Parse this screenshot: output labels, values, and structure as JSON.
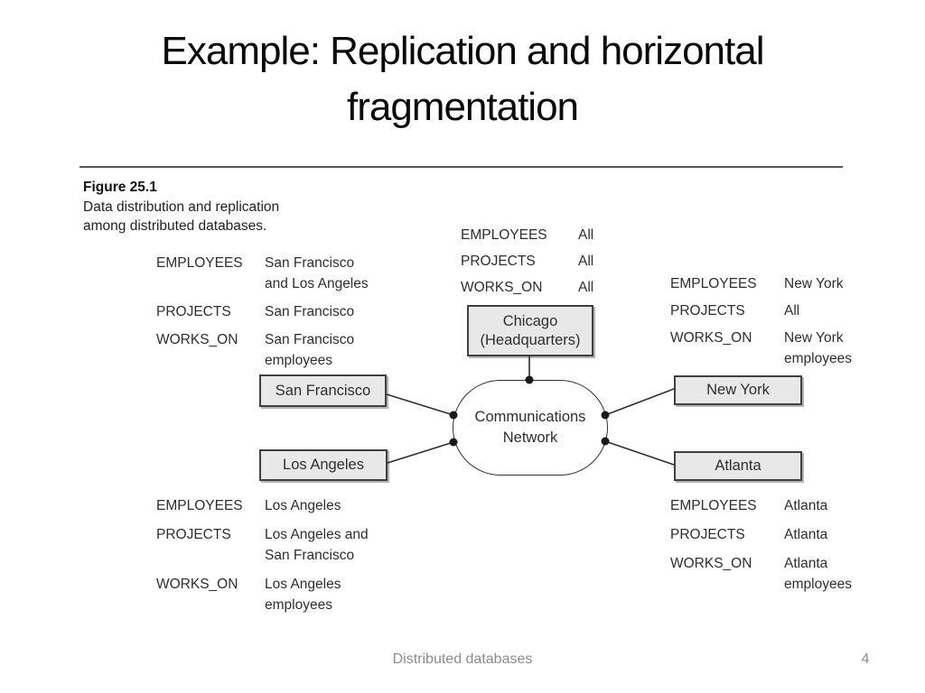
{
  "slide": {
    "title": "Example: Replication and horizontal\nfragmentation"
  },
  "figure": {
    "label": "Figure 25.1",
    "caption": "Data distribution and replication\namong distributed databases."
  },
  "nodes": {
    "chicago": "Chicago\n(Headquarters)",
    "network": "Communications\nNetwork",
    "san_francisco": "San Francisco",
    "los_angeles": "Los Angeles",
    "new_york": "New York",
    "atlanta": "Atlanta"
  },
  "allocations": {
    "chicago": {
      "rows": [
        {
          "relation": "EMPLOYEES",
          "value": "All"
        },
        {
          "relation": "PROJECTS",
          "value": "All"
        },
        {
          "relation": "WORKS_ON",
          "value": "All"
        }
      ]
    },
    "san_francisco": {
      "rows": [
        {
          "relation": "EMPLOYEES",
          "value": "San Francisco\nand Los Angeles"
        },
        {
          "relation": "PROJECTS",
          "value": "San Francisco"
        },
        {
          "relation": "WORKS_ON",
          "value": "San Francisco\nemployees"
        }
      ]
    },
    "new_york": {
      "rows": [
        {
          "relation": "EMPLOYEES",
          "value": "New York"
        },
        {
          "relation": "PROJECTS",
          "value": "All"
        },
        {
          "relation": "WORKS_ON",
          "value": "New York\nemployees"
        }
      ]
    },
    "los_angeles": {
      "rows": [
        {
          "relation": "EMPLOYEES",
          "value": "Los Angeles"
        },
        {
          "relation": "PROJECTS",
          "value": "Los Angeles and\nSan Francisco"
        },
        {
          "relation": "WORKS_ON",
          "value": "Los Angeles\nemployees"
        }
      ]
    },
    "atlanta": {
      "rows": [
        {
          "relation": "EMPLOYEES",
          "value": "Atlanta"
        },
        {
          "relation": "PROJECTS",
          "value": "Atlanta"
        },
        {
          "relation": "WORKS_ON",
          "value": "Atlanta\nemployees"
        }
      ]
    }
  },
  "footer": {
    "text": "Distributed databases",
    "page_number": "4"
  },
  "colors": {
    "box_fill": "#e8e8e8",
    "box_border": "#404040",
    "connector": "#2f2f2f",
    "footer_text": "#8c8c8c"
  }
}
